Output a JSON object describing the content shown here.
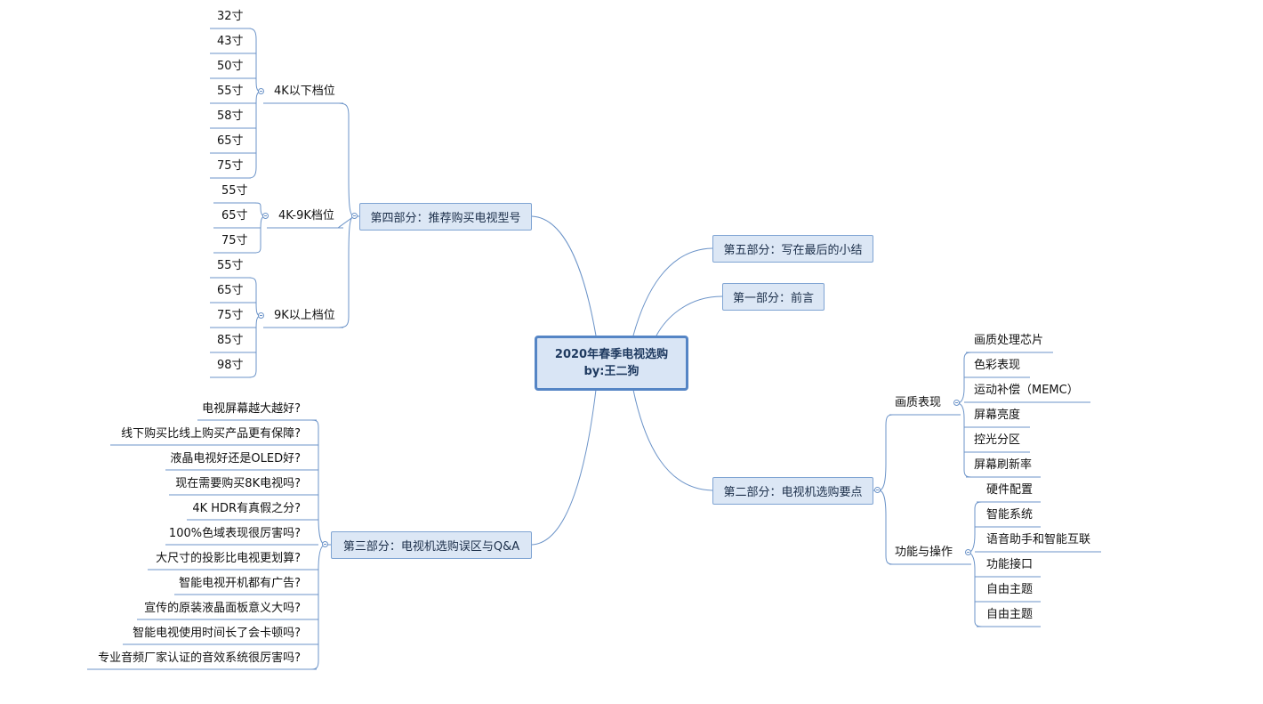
{
  "center": {
    "line1": "2020年春季电视选购",
    "line2": "by:王二狗"
  },
  "branch_four": {
    "label": "第四部分：推荐购买电视型号",
    "groups": [
      {
        "label": "4K以下档位",
        "items": [
          "32寸",
          "43寸",
          "50寸",
          "55寸",
          "58寸",
          "65寸",
          "75寸"
        ]
      },
      {
        "label": "4K-9K档位",
        "items": [
          "55寸",
          "65寸",
          "75寸"
        ]
      },
      {
        "label": "9K以上档位",
        "items": [
          "55寸",
          "65寸",
          "75寸",
          "85寸",
          "98寸"
        ]
      }
    ]
  },
  "branch_three": {
    "label": "第三部分：电视机选购误区与Q&A",
    "items": [
      "电视屏幕越大越好?",
      "线下购买比线上购买产品更有保障?",
      "液晶电视好还是OLED好?",
      "现在需要购买8K电视吗?",
      "4K HDR有真假之分?",
      "100%色域表现很厉害吗?",
      "大尺寸的投影比电视更划算?",
      "智能电视开机都有广告?",
      "宣传的原装液晶面板意义大吗?",
      "智能电视使用时间长了会卡顿吗?",
      "专业音频厂家认证的音效系统很厉害吗?"
    ]
  },
  "branch_five": {
    "label": "第五部分：写在最后的小结"
  },
  "branch_one": {
    "label": "第一部分：前言"
  },
  "branch_two": {
    "label": "第二部分：电视机选购要点",
    "groups": [
      {
        "label": "画质表现",
        "items": [
          "画质处理芯片",
          "色彩表现",
          "运动补偿（MEMC）",
          "屏幕亮度",
          "控光分区",
          "屏幕刷新率"
        ]
      },
      {
        "label": "功能与操作",
        "items": [
          "硬件配置",
          "智能系统",
          "语音助手和智能互联",
          "功能接口",
          "自由主题",
          "自由主题"
        ]
      }
    ]
  }
}
